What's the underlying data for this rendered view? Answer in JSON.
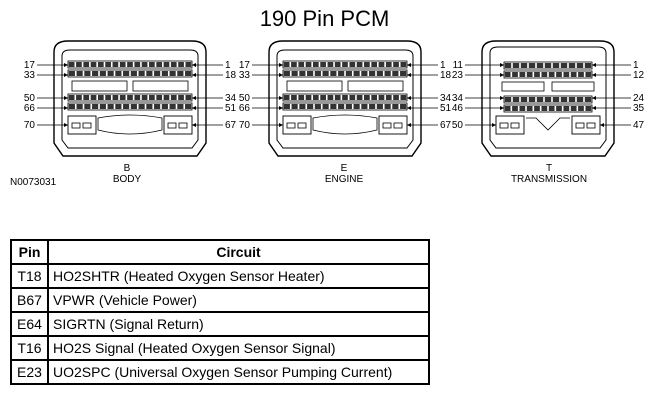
{
  "title": "190 Pin PCM",
  "drawing_code": "N0073031",
  "connectors": [
    {
      "letter": "B",
      "name": "BODY",
      "pins": {
        "r1l": "17",
        "r1r": "1",
        "r2l": "33",
        "r2r": "18",
        "r3l": "50",
        "r3r": "34",
        "r4l": "66",
        "r4r": "51",
        "r5l": "70",
        "r5r": "67"
      }
    },
    {
      "letter": "E",
      "name": "ENGINE",
      "pins": {
        "r1l": "17",
        "r1r": "1",
        "r2l": "33",
        "r2r": "18",
        "r3l": "50",
        "r3r": "34",
        "r4l": "66",
        "r4r": "51",
        "r5l": "70",
        "r5r": "67"
      }
    },
    {
      "letter": "T",
      "name": "TRANSMISSION",
      "pins": {
        "r1l": "11",
        "r1r": "1",
        "r2l": "23",
        "r2r": "12",
        "r3l": "34",
        "r3r": "24",
        "r4l": "46",
        "r4r": "35",
        "r5l": "50",
        "r5r": "47"
      }
    }
  ],
  "table": {
    "headers": {
      "pin": "Pin",
      "circuit": "Circuit"
    },
    "rows": [
      {
        "pin": "T18",
        "circuit": "HO2SHTR (Heated Oxygen Sensor Heater)"
      },
      {
        "pin": "B67",
        "circuit": "VPWR (Vehicle Power)"
      },
      {
        "pin": "E64",
        "circuit": "SIGRTN (Signal Return)"
      },
      {
        "pin": "T16",
        "circuit": "HO2S Signal (Heated Oxygen Sensor Signal)"
      },
      {
        "pin": "E23",
        "circuit": "UO2SPC (Universal Oxygen Sensor Pumping Current)"
      }
    ]
  }
}
